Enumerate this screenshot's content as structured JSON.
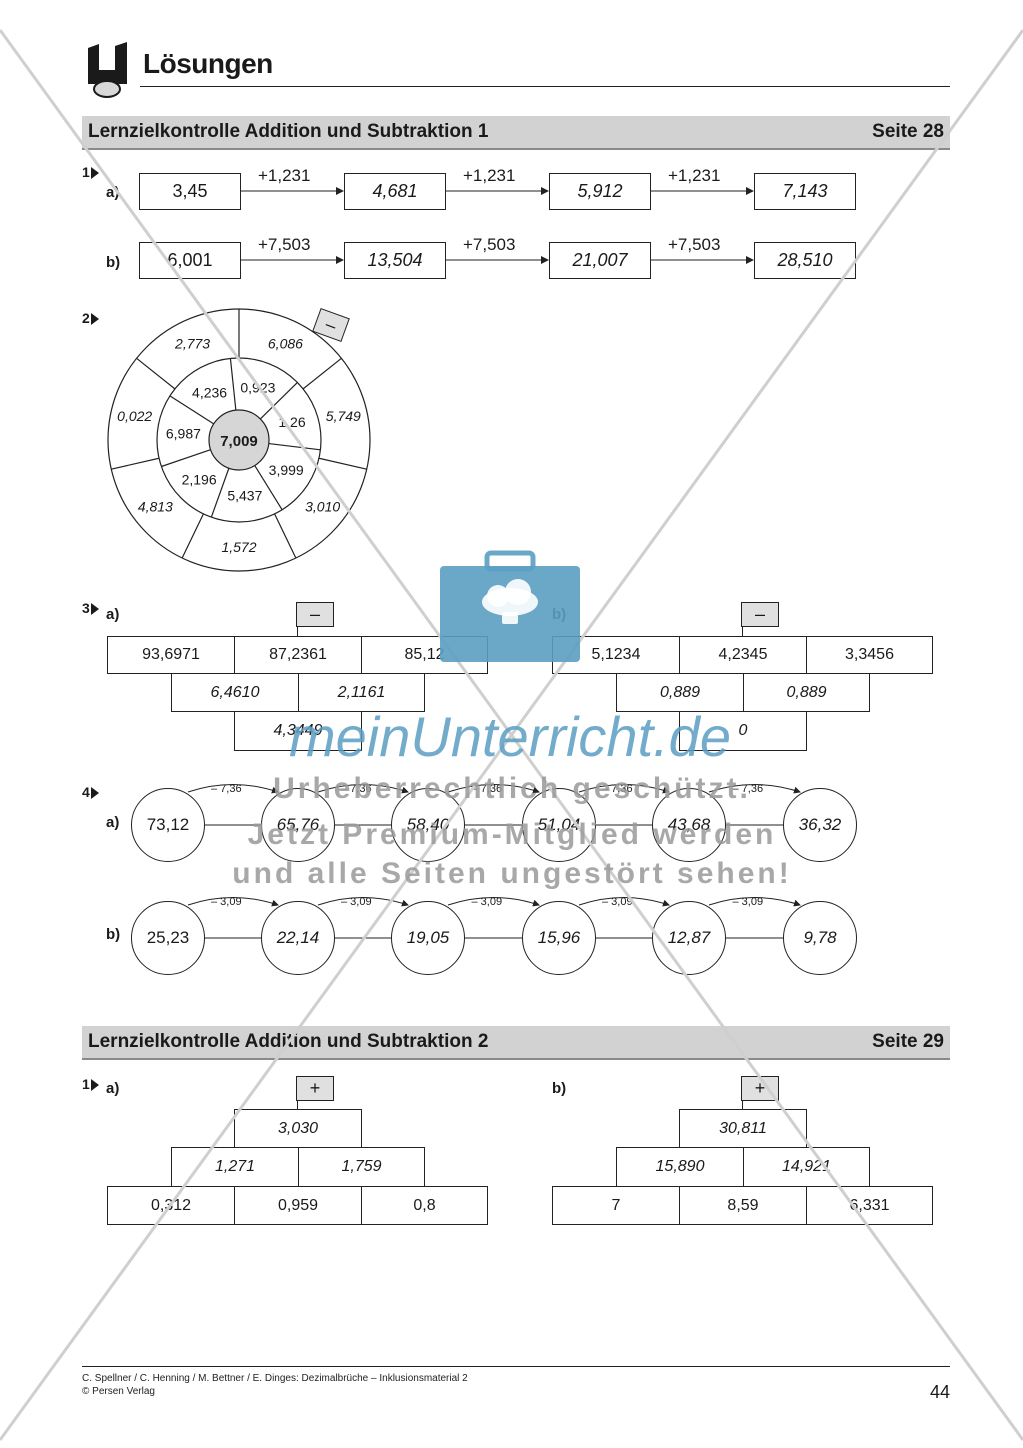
{
  "header": {
    "title": "Lösungen"
  },
  "section1": {
    "title": "Lernzielkontrolle Addition und Subtraktion 1",
    "page": "Seite 28",
    "task1": {
      "number": "1",
      "rows": [
        {
          "label": "a)",
          "values": [
            "3,45",
            "4,681",
            "5,912",
            "7,143"
          ],
          "ops": [
            "+1,231",
            "+1,231",
            "+1,231"
          ]
        },
        {
          "label": "b)",
          "values": [
            "6,001",
            "13,504",
            "21,007",
            "28,510"
          ],
          "ops": [
            "+7,503",
            "+7,503",
            "+7,503"
          ]
        }
      ]
    },
    "task2": {
      "number": "2",
      "operator": "–",
      "center": "7,009",
      "inner": [
        "0,923",
        "1,26",
        "3,999",
        "5,437",
        "2,196",
        "6,987",
        "4,236"
      ],
      "outer": [
        "6,086",
        "5,749",
        "3,010",
        "1,572",
        "4,813",
        "0,022",
        "2,773"
      ]
    },
    "task3": {
      "number": "3",
      "a": {
        "label": "a)",
        "operator": "–",
        "top": [
          "93,6971",
          "87,2361",
          "85,12"
        ],
        "middle": [
          "6,4610",
          "2,1161"
        ],
        "bottom": "4,3449"
      },
      "b": {
        "label": "b)",
        "operator": "–",
        "top": [
          "5,1234",
          "4,2345",
          "3,3456"
        ],
        "middle": [
          "0,889",
          "0,889"
        ],
        "bottom": "0"
      }
    },
    "task4": {
      "number": "4",
      "a": {
        "label": "a)",
        "op": "– 7,36",
        "values": [
          "73,12",
          "65,76",
          "58,40",
          "51,04",
          "43,68",
          "36,32"
        ]
      },
      "b": {
        "label": "b)",
        "op": "– 3,09",
        "values": [
          "25,23",
          "22,14",
          "19,05",
          "15,96",
          "12,87",
          "9,78"
        ]
      }
    }
  },
  "section2": {
    "title": "Lernzielkontrolle Addition und Subtraktion 2",
    "page": "Seite 29",
    "task1": {
      "number": "1",
      "a": {
        "label": "a)",
        "operator": "+",
        "top": "3,030",
        "middle": [
          "1,271",
          "1,759"
        ],
        "bottom": [
          "0,312",
          "0,959",
          "0,8"
        ]
      },
      "b": {
        "label": "b)",
        "operator": "+",
        "top": "30,811",
        "middle": [
          "15,890",
          "14,921"
        ],
        "bottom": [
          "7",
          "8,59",
          "6,331"
        ]
      }
    }
  },
  "watermark": {
    "brand": "meinUnterricht.de",
    "line1": "Urheberrechtlich geschützt.",
    "line2": "Jetzt Premium-Mitglied werden",
    "line3": "und alle Seiten ungestört sehen!"
  },
  "footer": {
    "line1": "C. Spellner / C. Henning / M. Bettner / E. Dinges: Dezimalbrüche – Inklusionsmaterial 2",
    "line2": "© Persen Verlag",
    "page_number": "44"
  },
  "colors": {
    "bar": "#d2d2d2",
    "watermark_blue": "#5b9ec2",
    "watermark_gray": "#9a9a9a"
  }
}
